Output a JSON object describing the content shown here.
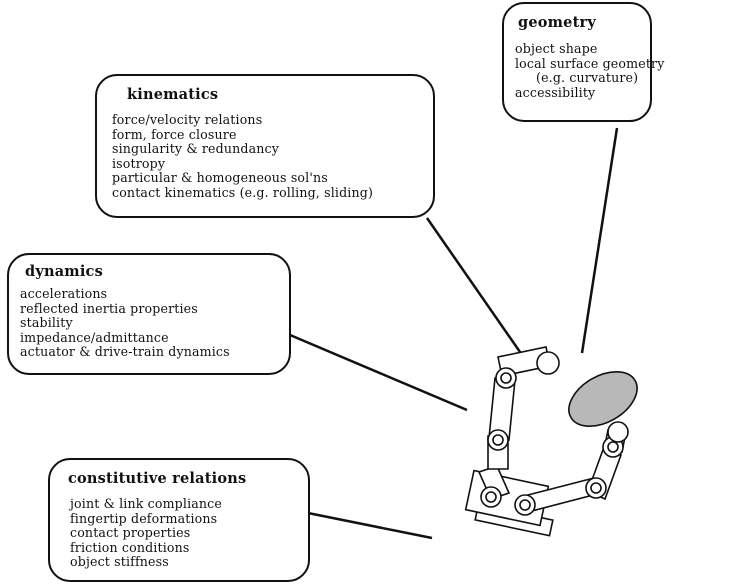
{
  "boxes": {
    "geometry": {
      "title": "geometry",
      "items": [
        "object shape",
        "local surface geometry",
        "(e.g. curvature)",
        "accessibility"
      ]
    },
    "kinematics": {
      "title": "kinematics",
      "items": [
        "force/velocity relations",
        "form, force closure",
        "singularity & redundancy",
        "isotropy",
        "particular & homogeneous sol'ns",
        "contact kinematics (e.g. rolling, sliding)"
      ]
    },
    "dynamics": {
      "title": "dynamics",
      "items": [
        "accelerations",
        "reflected inertia properties",
        "stability",
        "impedance/admittance",
        "actuator & drive-train dynamics"
      ]
    },
    "constitutive": {
      "title": "constitutive relations",
      "items": [
        "joint & link compliance",
        "fingertip deformations",
        "contact properties",
        "friction conditions",
        "object stiffness"
      ]
    }
  },
  "icons": {
    "hand": "robot-hand-grasping-object-icon",
    "object": "grasped-object-ellipse"
  },
  "colors": {
    "line": "#111111",
    "object_fill": "#b8b8b8"
  }
}
